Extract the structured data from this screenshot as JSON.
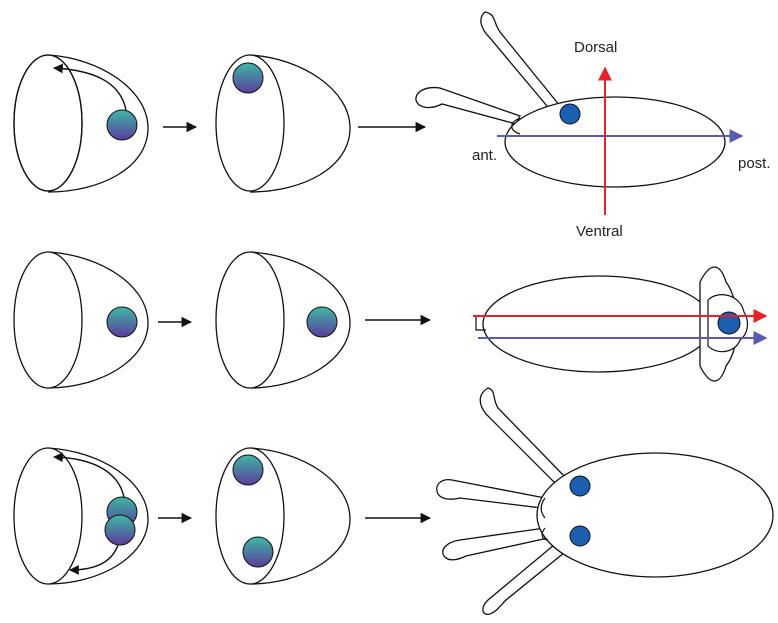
{
  "axes": {
    "dorsal": "Dorsal",
    "ventral": "Ventral",
    "anterior": "ant.",
    "posterior": "post."
  },
  "colors": {
    "dorsal_ventral_axis": "#e8202a",
    "anterior_posterior_axis": "#5a5ab4",
    "nucleus_fill": "#1c5fb0",
    "gradient_top": "#3fb8a6",
    "gradient_bottom": "#5a3c9c",
    "outline": "#111111"
  }
}
